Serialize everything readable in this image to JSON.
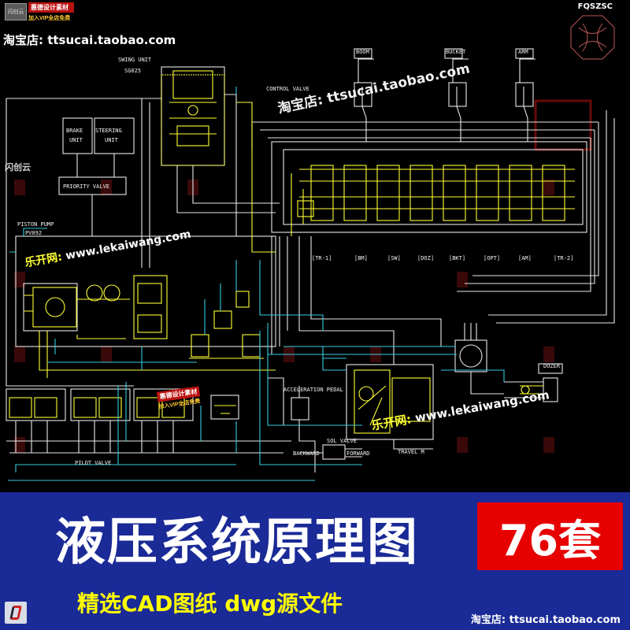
{
  "header": {
    "brand_line1": "惠德设计素材",
    "brand_line2": "加入VIP全店免费",
    "badge_text": "闪创云",
    "shop": "淘宝店: ttsucai.taobao.com",
    "code": "FQSZSC"
  },
  "watermarks": {
    "shop": "淘宝店: ttsucai.taobao.com",
    "lekai_zh": "乐开网:",
    "lekai_url": "www.lekaiwang.com",
    "yun": "闪创云"
  },
  "diagram": {
    "swing_unit": "SWING UNIT",
    "swing_model": "SG025",
    "control_valve": "CONTROL VALVE",
    "brake_unit": "BRAKE UNIT",
    "steering_unit": "STEERING UNIT",
    "priority_valve": "PRIORITY VALVE",
    "piston_pump": "PISTON PUMP",
    "pump_model": "PV092",
    "boom": "BOOM",
    "bucket": "BUCKET",
    "arm": "ARM",
    "sections": [
      "[TR-1]",
      "[BM]",
      "[SW]",
      "[DOZ]",
      "[BKT]",
      "[OPT]",
      "[AM]",
      "[TR-2]"
    ],
    "accel_pedal": "ACCELERATION PEDAL",
    "pilot_valve": "PILOT VALVE",
    "sol_valve": "SOL VALVE",
    "forward": "FORWARD",
    "backward": "BACKWARD",
    "travel": "TRAVEL M",
    "dozer": "DOZER"
  },
  "banner": {
    "title": "液压系统原理图",
    "count": "76套",
    "subtitle": "精选CAD图纸  dwg源文件",
    "shop": "淘宝店: ttsucai.taobao.com"
  },
  "colors": {
    "background": "#000000",
    "line_white": "#e8e8e8",
    "line_yellow": "#ffff33",
    "line_cyan": "#33ccdd",
    "banner_blue": "#1a2a96",
    "count_red": "#e60000",
    "subtitle_yellow": "#ffff00"
  }
}
